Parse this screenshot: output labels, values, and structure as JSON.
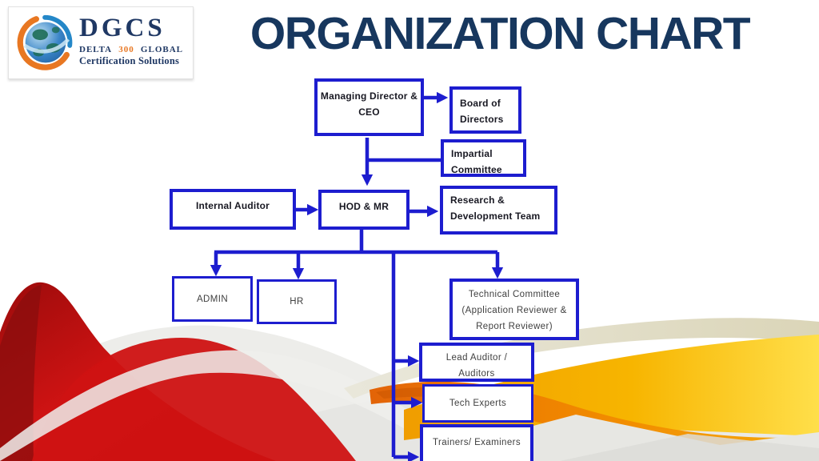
{
  "slide": {
    "title": "ORGANIZATION CHART",
    "logo": {
      "acronym": "DGCS",
      "tagline_word1": "DELTA",
      "tagline_number": "300",
      "tagline_word2": "GLOBAL",
      "subtitle": "Certification Solutions"
    },
    "org": {
      "md_ceo": "Managing Director &\nCEO",
      "board": "Board of\nDirectors",
      "impartial": "Impartial\nCommittee",
      "internal_auditor": "Internal Auditor",
      "hod_mr": "HOD & MR",
      "rd_team": "Research &\nDevelopment Team",
      "admin": "ADMIN",
      "hr": "HR",
      "tech_committee": "Technical Committee\n(Application Reviewer &\nReport Reviewer)",
      "lead_auditor": "Lead Auditor /\nAuditors",
      "tech_experts": "Tech Experts",
      "trainers": "Trainers/ Examiners"
    },
    "colors": {
      "title": "#17375e",
      "border": "#1d1dcf",
      "connector": "#1d1dcf",
      "label_dark": "#181822",
      "label_light": "#3f3f3f",
      "navy": "#1f3864",
      "orange": "#e87722",
      "wave_red": "#c81212",
      "wave_orange": "#ef8200",
      "wave_yellow": "#f7b500",
      "wave_gray": "#e4e4e1"
    }
  }
}
